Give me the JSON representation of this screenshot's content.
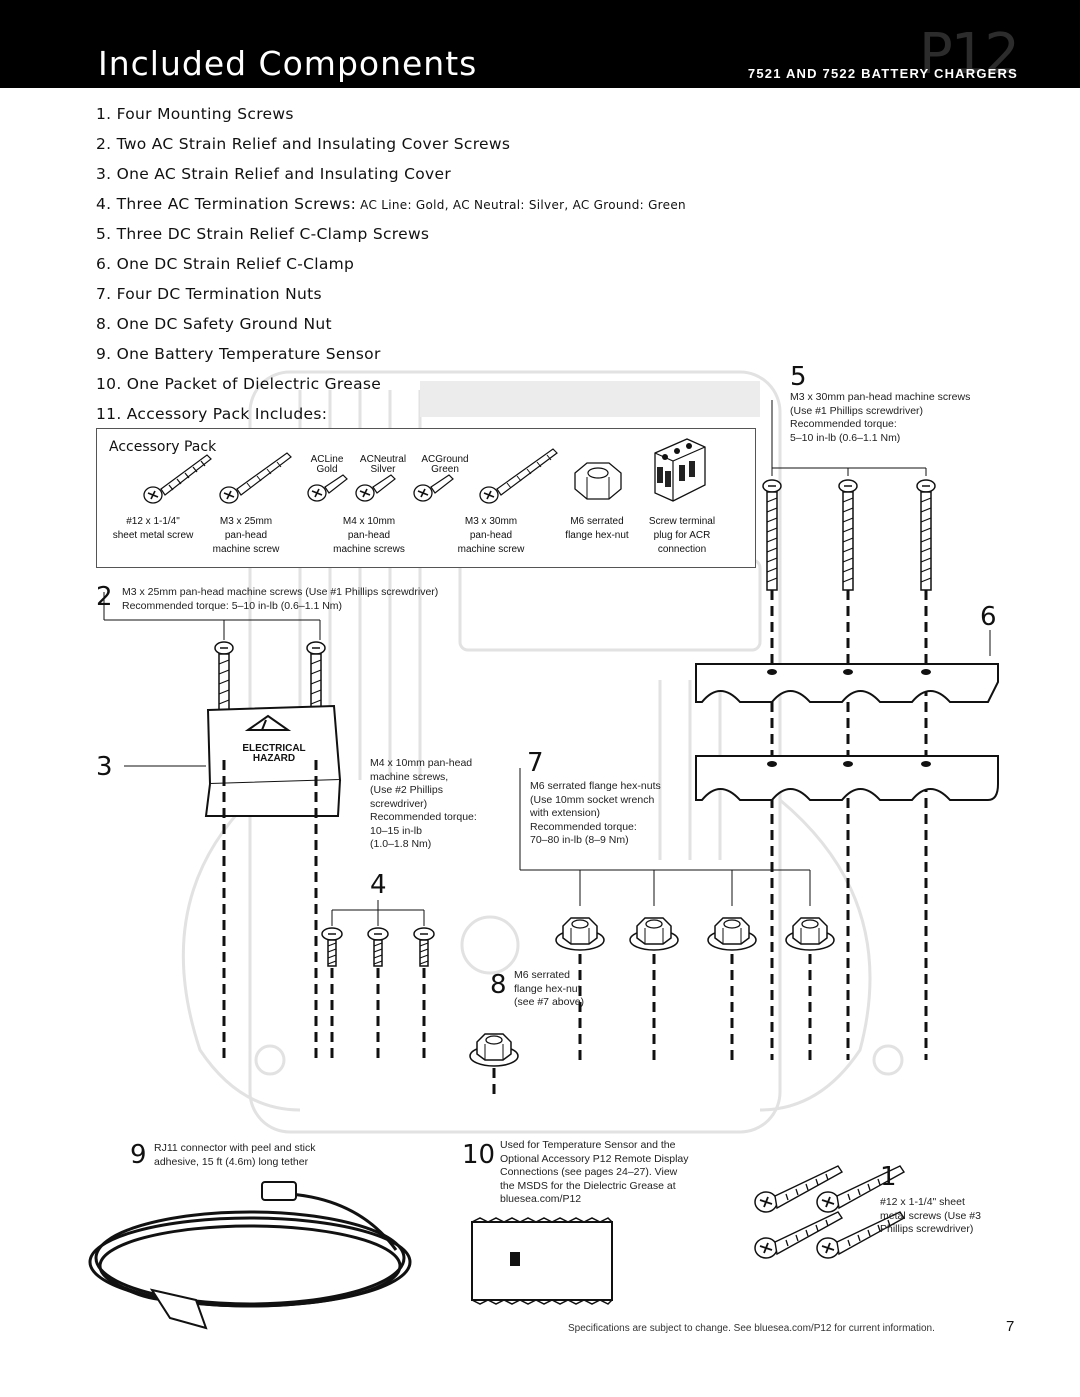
{
  "header": {
    "title": "Included Components",
    "model": "P12",
    "subtitle": "7521 AND 7522 BATTERY CHARGERS"
  },
  "components": [
    "1. Four Mounting Screws",
    "2. Two AC Strain Relief and Insulating Cover Screws",
    "3. One AC Strain Relief and Insulating Cover",
    "4. Three AC Termination Screws:",
    "5. Three DC Strain Relief C-Clamp Screws",
    "6. One DC Strain Relief C-Clamp",
    "7. Four DC Termination Nuts",
    "8. One DC Safety Ground Nut",
    "9. One Battery Temperature Sensor",
    "10. One Packet of Dielectric Grease",
    "11. Accessory Pack Includes:"
  ],
  "ac_screw_colors": "AC Line: Gold,   AC Neutral: Silver,   AC Ground: Green",
  "accessory_pack": {
    "title": "Accessory Pack",
    "color_labels": [
      {
        "name": "ACLine",
        "color": "Gold"
      },
      {
        "name": "ACNeutral",
        "color": "Silver"
      },
      {
        "name": "ACGround",
        "color": "Green"
      }
    ],
    "items": [
      {
        "line1": "#12 x 1-1/4\"",
        "line2": "sheet metal screw",
        "line3": ""
      },
      {
        "line1": "M3 x 25mm",
        "line2": "pan-head",
        "line3": "machine screw"
      },
      {
        "line1": "M4 x 10mm",
        "line2": "pan-head",
        "line3": "machine screws"
      },
      {
        "line1": "M3 x 30mm",
        "line2": "pan-head",
        "line3": "machine screw"
      },
      {
        "line1": "M6 serrated",
        "line2": "flange hex-nut",
        "line3": ""
      },
      {
        "line1": "Screw terminal",
        "line2": "plug for ACR",
        "line3": "connection"
      }
    ]
  },
  "callouts": {
    "c2": {
      "num": "2",
      "line1": "M3 x 25mm pan-head machine screws (Use #1 Phillips screwdriver)",
      "line2": "Recommended torque: 5–10 in-lb (0.6–1.1 Nm)"
    },
    "c3": {
      "num": "3"
    },
    "c4": {
      "num": "4",
      "lines": [
        "M4 x 10mm pan-head",
        "machine screws,",
        "(Use #2 Phillips",
        "screwdriver)",
        "Recommended torque:",
        "10–15 in-lb",
        "(1.0–1.8 Nm)"
      ]
    },
    "c5": {
      "num": "5",
      "lines": [
        "M3 x 30mm pan-head machine screws",
        "(Use #1 Phillips screwdriver)",
        "Recommended torque:",
        "5–10 in-lb (0.6–1.1 Nm)"
      ]
    },
    "c6": {
      "num": "6"
    },
    "c7": {
      "num": "7",
      "lines": [
        "M6 serrated flange hex-nuts",
        "(Use 10mm socket wrench",
        "with extension)",
        "Recommended torque:",
        "70–80 in-lb (8–9 Nm)"
      ]
    },
    "c8": {
      "num": "8",
      "lines": [
        "M6 serrated",
        "flange hex-nut",
        "(see #7 above)"
      ]
    },
    "c9": {
      "num": "9",
      "lines": [
        "RJ11 connector with peel and stick",
        "adhesive, 15 ft (4.6m) long tether"
      ]
    },
    "c10": {
      "num": "10",
      "lines": [
        "Used for Temperature Sensor and the",
        "Optional Accessory P12 Remote Display",
        "Connections (see pages 24–27). View",
        "the MSDS for the Dielectric Grease at",
        "bluesea.com/P12"
      ]
    },
    "c1": {
      "num": "1",
      "lines": [
        "#12 x 1-1/4\" sheet",
        "metal screws (Use #3",
        "Phillips screwdriver)"
      ]
    }
  },
  "hazard_label": {
    "line1": "ELECTRICAL",
    "line2": "HAZARD"
  },
  "footer": "Specifications are subject to change. See bluesea.com/P12 for current information.",
  "page_number": "7"
}
